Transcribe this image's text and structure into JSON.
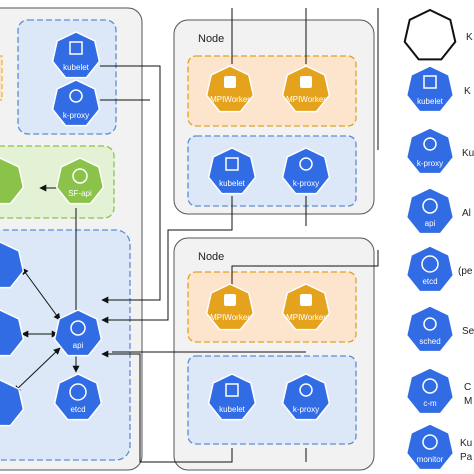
{
  "colors": {
    "k8s_blue": "#326CE5",
    "worker_orange": "#E5A21C",
    "sf_green": "#8BC34A",
    "panel_gray": "#F2F2F2",
    "panel_stroke": "#555555",
    "blue_zone_fill": "#DCE8F8",
    "blue_zone_stroke": "#5B8DD9",
    "orange_zone_fill": "#FCE5CC",
    "orange_zone_stroke": "#E5A21C",
    "green_zone_fill": "#E3F1D4",
    "green_zone_stroke": "#8BC34A",
    "line": "#111111"
  },
  "nodes": [
    {
      "title": "Node"
    },
    {
      "title": "Node"
    }
  ],
  "labels": {
    "kubelet": "kubelet",
    "kproxy": "k-proxy",
    "mpiworker": "MPIWorker",
    "sfapi": "SF-api",
    "api": "api",
    "etcd": "etcd"
  },
  "legend": [
    {
      "icon": "heptagon-outline-icon",
      "text": "K",
      "icon_label": ""
    },
    {
      "icon": "kubelet-icon",
      "text": "K",
      "icon_label": "kubelet"
    },
    {
      "icon": "k-proxy-icon",
      "text": "Ku",
      "icon_label": "k-proxy"
    },
    {
      "icon": "api-icon",
      "text": "Al",
      "icon_label": "api"
    },
    {
      "icon": "etcd-icon",
      "text": "(pe",
      "icon_label": "etcd"
    },
    {
      "icon": "sched-icon",
      "text": "Se",
      "icon_label": "sched"
    },
    {
      "icon": "c-m-icon",
      "text": "C",
      "text2": "M",
      "icon_label": "c-m"
    },
    {
      "icon": "monitor-icon",
      "text": "Ku",
      "text2": "Pa",
      "icon_label": "monitor"
    }
  ]
}
